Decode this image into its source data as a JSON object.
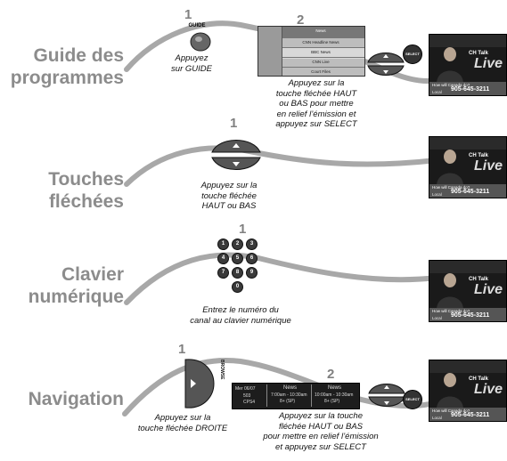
{
  "sections": [
    {
      "title_line1": "Guide des",
      "title_line2": "programmes",
      "step1": {
        "num": "1",
        "button_label": "GUIDE",
        "caption_line1": "Appuyez",
        "caption_line2": "sur GUIDE"
      },
      "step2": {
        "num": "2",
        "caption_lines": [
          "Appuyez sur la",
          "touche fléchée HAUT",
          "ou BAS pour mettre",
          "en relief l’émission et",
          "appuyez sur SELECT"
        ]
      },
      "select_label": "SELECT",
      "guide_rows": [
        "News",
        "CNN Headline News",
        "BBC News",
        "CNN Live",
        "Court Files"
      ]
    },
    {
      "title_line1": "Touches",
      "title_line2": "fléchées",
      "step1": {
        "num": "1",
        "caption_lines": [
          "Appuyez sur la",
          "touche fléchée",
          "HAUT ou BAS"
        ]
      }
    },
    {
      "title_line1": "Clavier",
      "title_line2": "numérique",
      "step1": {
        "num": "1",
        "caption_lines": [
          "Entrez le numéro du",
          "canal au clavier numérique"
        ]
      },
      "keys": [
        "1",
        "2",
        "3",
        "4",
        "5",
        "6",
        "7",
        "8",
        "9",
        "0"
      ]
    },
    {
      "title_line1": "",
      "title_line2": "Navigation",
      "step1": {
        "num": "1",
        "browse_label": "BROWSE",
        "caption_lines": [
          "Appuyez sur la",
          "touche fléchée DROITE"
        ]
      },
      "step2": {
        "num": "2",
        "caption_lines": [
          "Appuyez sur la touche",
          "fléchée HAUT ou BAS",
          "pour mettre en relief l’émission",
          "et appuyez sur SELECT"
        ]
      },
      "select_label": "SELECT",
      "strip": {
        "date": "Mer 06/07",
        "channel": "503",
        "callsign": "CPS4",
        "now_title": "News",
        "now_time": "7:00am - 10:30am",
        "now_rating": "8+ (SP)",
        "next_title": "News",
        "next_time": "10:00am - 10:30am",
        "next_rating": "8+ (SP)"
      }
    }
  ],
  "tv": {
    "brand_line1": "CH",
    "brand_line2": "Talk",
    "live": "Live",
    "question": "How will Canada do?",
    "local": "Local",
    "phone": "905-645-3211"
  }
}
